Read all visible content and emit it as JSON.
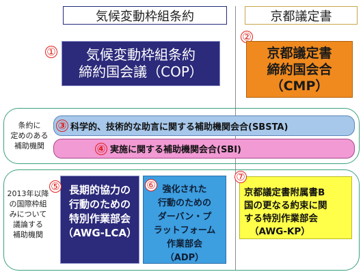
{
  "headers": {
    "left": "気候変動枠組条約",
    "right": "京都議定書"
  },
  "markers": [
    "①",
    "②",
    "③",
    "④",
    "⑤",
    "⑥",
    "⑦"
  ],
  "cop": {
    "lines": [
      "気候変動枠組条約",
      "締約国会議（COP）"
    ]
  },
  "cmp": {
    "lines": [
      "京都議定書",
      "締約国会合",
      "（CMP）"
    ]
  },
  "group1": {
    "label_lines": [
      "条約に",
      "定めのある",
      "補助機関"
    ],
    "sbsta": "科学的、技術的な助言に関する補助機関会合(SBSTA)",
    "sbi": "実施に関する補助機関会合(SBI)"
  },
  "group2": {
    "label_lines": [
      "2013年以降",
      "の国際枠組",
      "みについて",
      "議論する",
      "補助機関"
    ],
    "awg_lca": {
      "lines": [
        "長期的協力の",
        "行動のための",
        "特別作業部会",
        "（AWG-LCA）"
      ]
    },
    "adp": {
      "lines": [
        "強化された",
        "行動のための",
        "ダーバン・プ",
        "ラットフォーム",
        "作業部会",
        "（ADP）"
      ]
    },
    "awg_kp": {
      "lines": [
        "京都議定書附属書B",
        "国の更なる約束に関",
        "する特別作業部会",
        "（AWG-KP）"
      ]
    }
  }
}
